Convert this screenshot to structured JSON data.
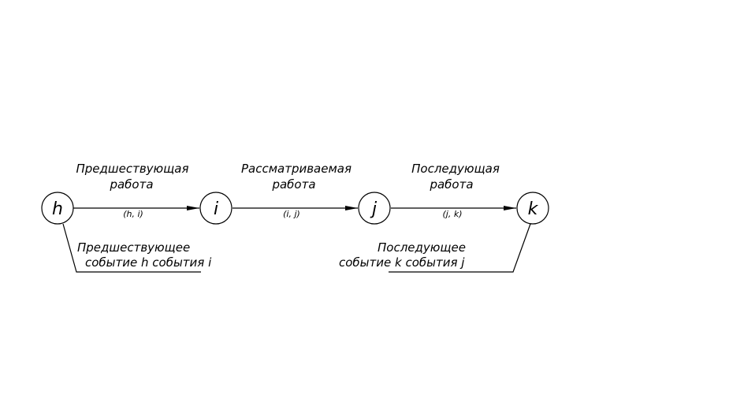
{
  "nodes": [
    {
      "id": "h",
      "label": "h"
    },
    {
      "id": "i",
      "label": "i"
    },
    {
      "id": "j",
      "label": "j"
    },
    {
      "id": "k",
      "label": "k"
    }
  ],
  "works": [
    {
      "line1": "Предшествующая",
      "line2": "работа",
      "pair": "(h,  i)"
    },
    {
      "line1": "Рассматриваемая",
      "line2": "работа",
      "pair": "(i,  j)"
    },
    {
      "line1": "Последующая",
      "line2": "работа",
      "pair": "(j,  k)"
    }
  ],
  "events": {
    "left": {
      "line1": "Предшествующее",
      "line2": "событие h  события i"
    },
    "right": {
      "line1": "Последующее",
      "line2": "событие k  события j"
    }
  }
}
